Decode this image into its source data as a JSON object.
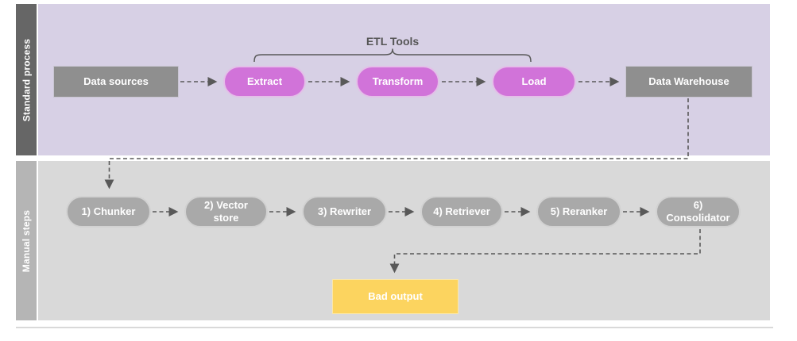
{
  "theme": {
    "laneStandardBg": "#d7d0e5",
    "laneStandardStrip": "#666666",
    "laneManualBg": "#d9d9d9",
    "laneManualStrip": "#b5b5b5",
    "nodeGray": "#8f8f8f",
    "pillGray": "#a9a9a9",
    "pillMagenta": "#d173d9",
    "badOutputYellow": "#fcd45f",
    "connector": "#595959",
    "nodeText": "#ffffff",
    "labelText": "#555555"
  },
  "annotation": {
    "label": "ETL Tools"
  },
  "lanes": [
    {
      "label": "Standard process",
      "nodes": [
        {
          "label": "Data sources"
        },
        {
          "label": "Extract"
        },
        {
          "label": "Transform"
        },
        {
          "label": "Load"
        },
        {
          "label": "Data Warehouse"
        }
      ]
    },
    {
      "label": "Manual steps",
      "nodes": [
        {
          "label": "1) Chunker"
        },
        {
          "label": "2) Vector store"
        },
        {
          "label": "3) Rewriter"
        },
        {
          "label": "4) Retriever"
        },
        {
          "label": "5) Reranker"
        },
        {
          "label": "6) Consolidator"
        },
        {
          "label": "Bad output"
        }
      ]
    }
  ]
}
